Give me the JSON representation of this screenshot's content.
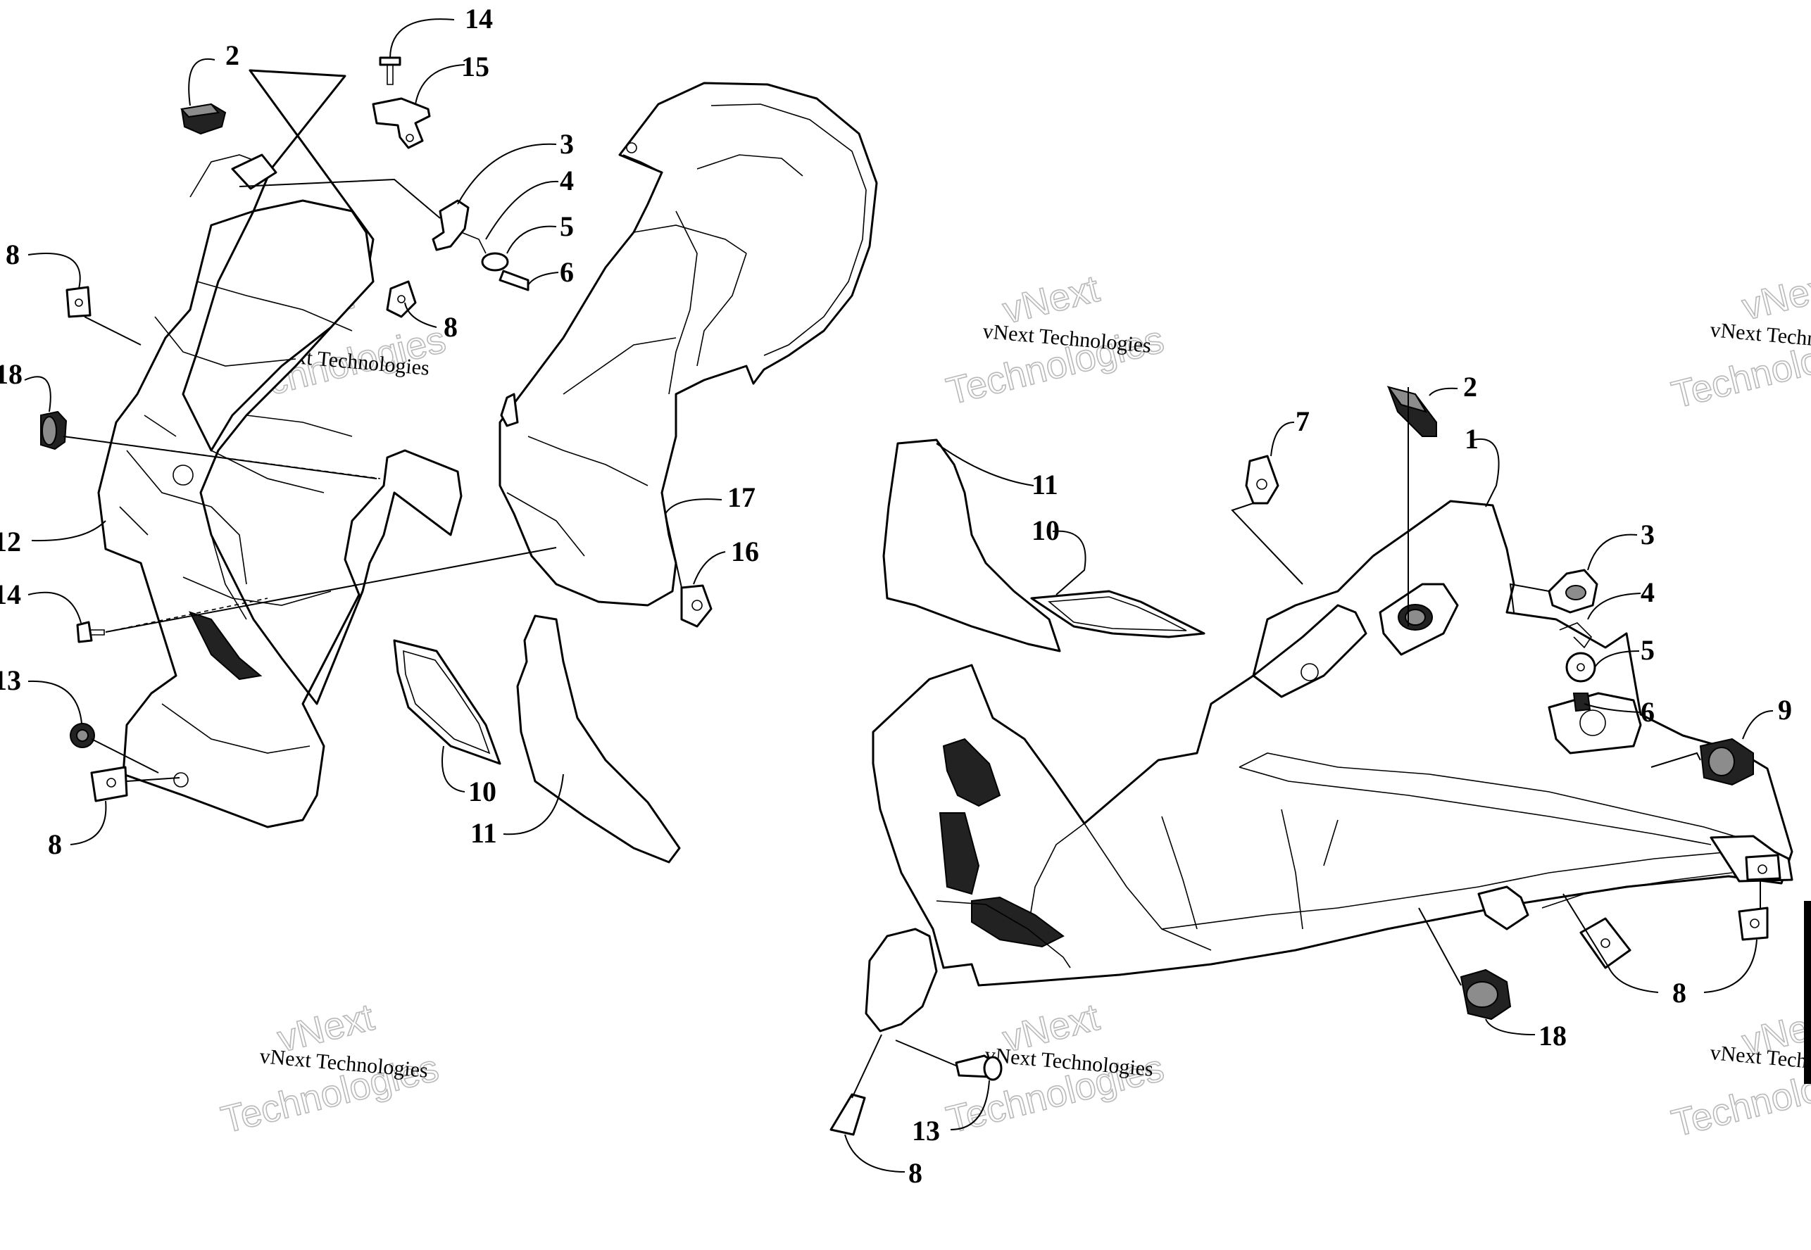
{
  "watermark": {
    "line": "vNext Technologies",
    "word1": "vNext",
    "word2": "Technologies"
  },
  "callouts": {
    "c1": "1",
    "c2a": "2",
    "c2b": "2",
    "c3a": "3",
    "c3b": "3",
    "c4a": "4",
    "c4b": "4",
    "c5a": "5",
    "c5b": "5",
    "c6a": "6",
    "c6b": "6",
    "c7": "7",
    "c8a": "8",
    "c8b": "8",
    "c8c": "8",
    "c8d": "8",
    "c8e": "8",
    "c9": "9",
    "c10a": "10",
    "c10b": "10",
    "c11a": "11",
    "c11b": "11",
    "c12": "12",
    "c13a": "13",
    "c13b": "13",
    "c14a": "14",
    "c14b": "14",
    "c15": "15",
    "c16": "16",
    "c17": "17",
    "c18a": "18",
    "c18b": "18"
  }
}
